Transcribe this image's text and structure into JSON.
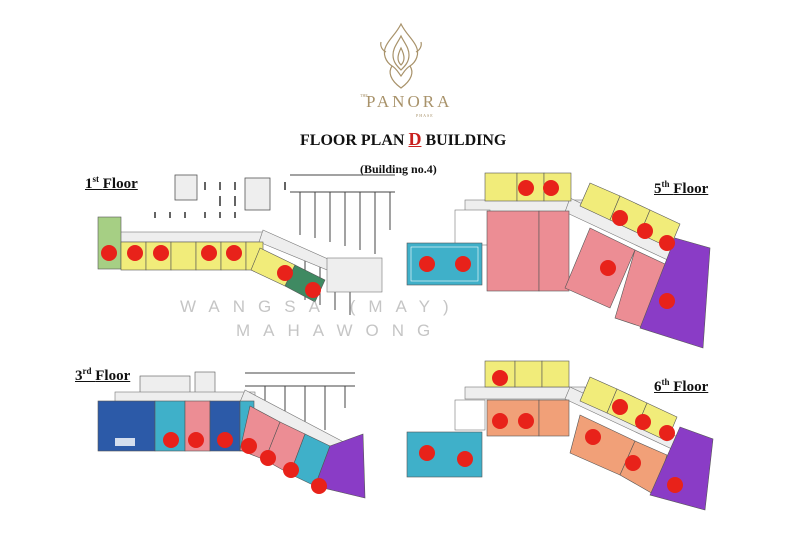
{
  "brand": {
    "name": "PANORA",
    "prefix": "THE",
    "sub": "PHASE"
  },
  "header": {
    "title_prefix": "FLOOR PLAN",
    "title_letter": "D",
    "title_suffix": "BUILDING",
    "subtitle": "(Building no.4)"
  },
  "floors": [
    {
      "num": "1",
      "sup": "st",
      "word": "Floor"
    },
    {
      "num": "3",
      "sup": "rd",
      "word": "Floor"
    },
    {
      "num": "5",
      "sup": "th",
      "word": "Floor"
    },
    {
      "num": "6",
      "sup": "th",
      "word": "Floor"
    }
  ],
  "watermark": {
    "line1": "WANGSA (MAY)",
    "line2": "MAHAWONG"
  },
  "colors": {
    "gold": "#a8926a",
    "dot": "#e8221a",
    "yellow": "#f1ec7a",
    "green": "#a6cf84",
    "dark_green": "#3f8a62",
    "teal": "#3fb0c9",
    "navy": "#2c5aa8",
    "pink": "#ec8d94",
    "salmon": "#f1a078",
    "purple": "#8a3cc6",
    "grey": "#eeeeee"
  }
}
